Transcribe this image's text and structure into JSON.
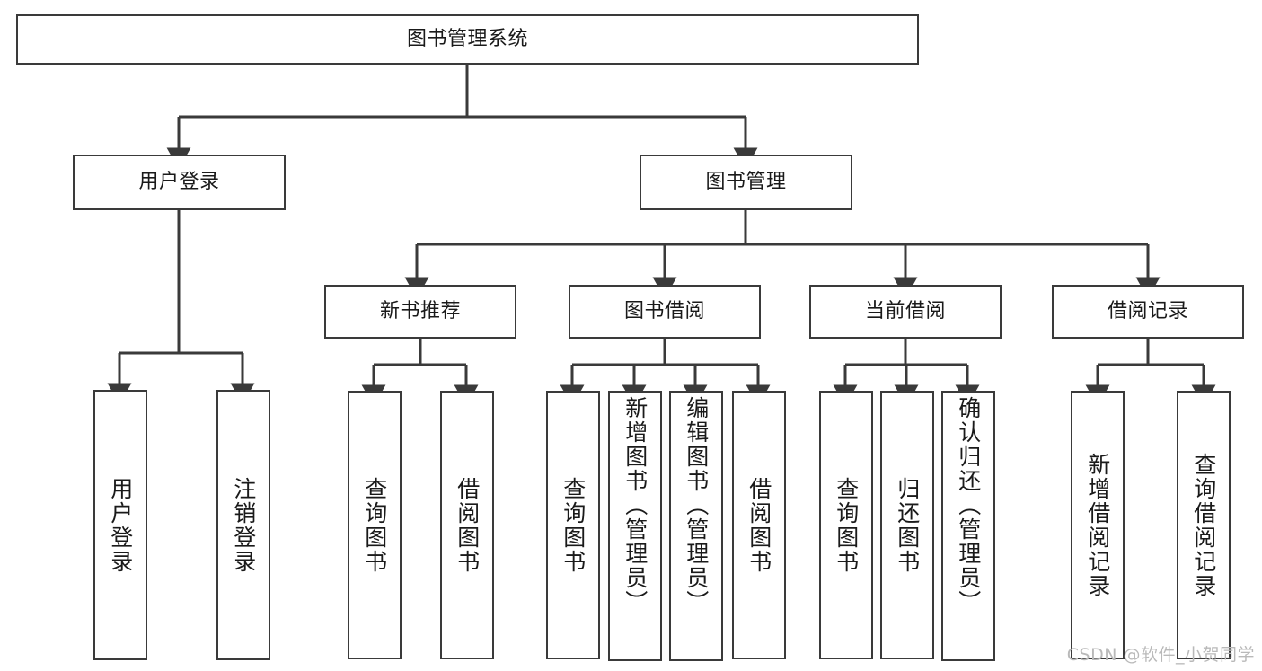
{
  "diagram": {
    "kind": "tree-structure-chart",
    "title": "图书管理系统",
    "background_color": "#ffffff",
    "border_color": "#3a3a3a",
    "text_color": "#1a1a1a",
    "root": {
      "label": "图书管理系统"
    },
    "level2": [
      {
        "label": "用户登录"
      },
      {
        "label": "图书管理"
      }
    ],
    "level3": [
      {
        "label": "新书推荐"
      },
      {
        "label": "图书借阅"
      },
      {
        "label": "当前借阅"
      },
      {
        "label": "借阅记录"
      }
    ],
    "leaves": {
      "user_login": [
        {
          "label": "用户登录"
        },
        {
          "label": "注销登录"
        }
      ],
      "new_book_recommend": [
        {
          "label": "查询图书"
        },
        {
          "label": "借阅图书"
        }
      ],
      "book_borrow": [
        {
          "label": "查询图书"
        },
        {
          "label": "新增图书（管理员）"
        },
        {
          "label": "编辑图书（管理员）"
        },
        {
          "label": "借阅图书"
        }
      ],
      "current_borrow": [
        {
          "label": "查询图书"
        },
        {
          "label": "归还图书"
        },
        {
          "label": "确认归还（管理员）"
        }
      ],
      "borrow_record": [
        {
          "label": "新增借阅记录"
        },
        {
          "label": "查询借阅记录"
        }
      ]
    }
  },
  "watermark": {
    "text": "CSDN @软件_小贺同学"
  }
}
